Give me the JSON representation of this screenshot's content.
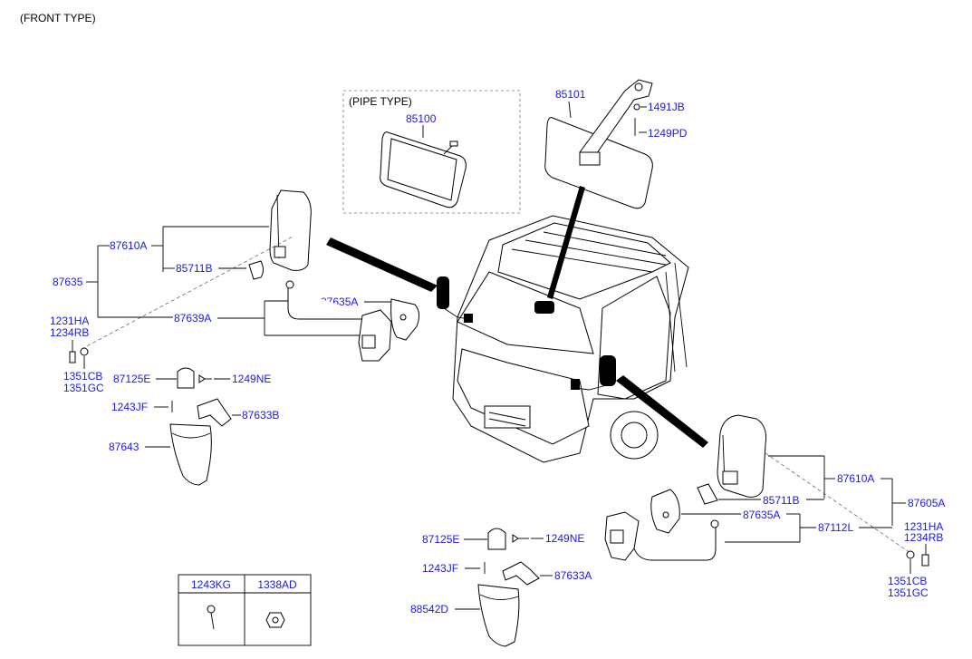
{
  "header": {
    "title": "(FRONT TYPE)"
  },
  "inset": {
    "title": "(PIPE TYPE)"
  },
  "legend": {
    "col1": "1243KG",
    "col2": "1338AD"
  },
  "labels": {
    "p85100": "85100",
    "p85101": "85101",
    "p1491JB": "1491JB",
    "p1249PD": "1249PD",
    "p87610A_l": "87610A",
    "p85711B_l": "85711B",
    "p87635": "87635",
    "p87635A_l": "87635A",
    "p87639A": "87639A",
    "p1231HA_l": "1231HA",
    "p1234RB_l": "1234RB",
    "p1351CB_l": "1351CB",
    "p1351GC_l": "1351GC",
    "p87125E_l": "87125E",
    "p1249NE_l": "1249NE",
    "p1243JF_l": "1243JF",
    "p87633B": "87633B",
    "p87643": "87643",
    "p87610A_r": "87610A",
    "p85711B_r": "85711B",
    "p87605A": "87605A",
    "p87635A_r": "87635A",
    "p87112L": "87112L",
    "p1231HA_r": "1231HA",
    "p1234RB_r": "1234RB",
    "p1351CB_r": "1351CB",
    "p1351GC_r": "1351GC",
    "p87125E_r": "87125E",
    "p1249NE_r": "1249NE",
    "p1243JF_r": "1243JF",
    "p87633A": "87633A",
    "p88542D": "88542D"
  }
}
